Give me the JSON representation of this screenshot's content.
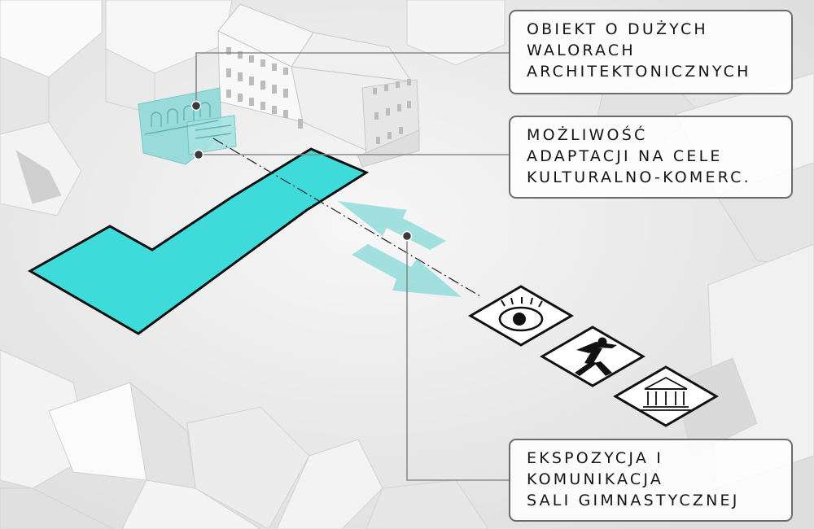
{
  "callouts": {
    "heritage": {
      "lines": [
        "OBIEKT O DUŻYCH",
        "WALORACH",
        "ARCHITEKTONICZNYCH"
      ]
    },
    "adaptation": {
      "lines": [
        "MOŻLIWOŚĆ",
        "ADAPTACJI NA CELE",
        "KULTURALNO-KOMERC."
      ]
    },
    "exposition": {
      "lines": [
        "EKSPOZYCJA I",
        "KOMUNIKACJA",
        "SALI GIMNASTYCZNEJ"
      ]
    }
  },
  "icons": [
    "eye-icon",
    "running-person-icon",
    "museum-icon"
  ],
  "colors": {
    "highlight": "#3fdbdb",
    "arrow": "#93dcdc",
    "facade": "#8ed8d8",
    "outline": "#111111",
    "leader": "#8a8a8a",
    "background": "#ececec"
  }
}
